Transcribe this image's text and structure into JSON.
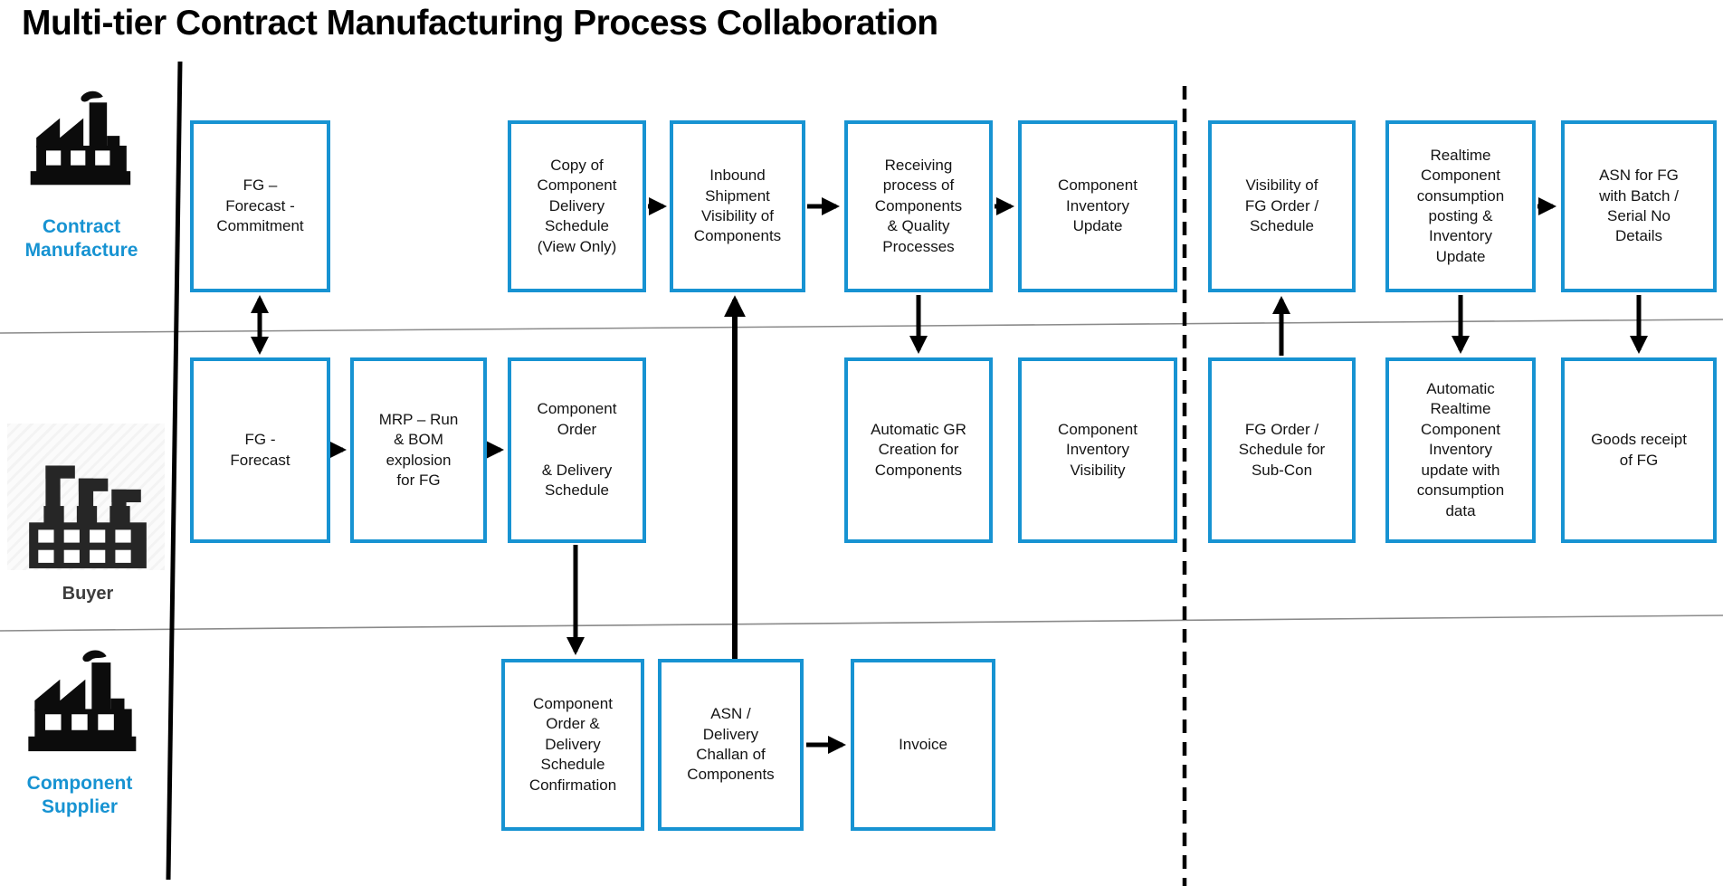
{
  "title": "Multi-tier Contract Manufacturing Process Collaboration",
  "colors": {
    "accent_blue": "#1793d2",
    "box_border": "#1793d2",
    "arrow": "#000000",
    "lane_divider": "#8a8a8a",
    "buyer_label": "#3d3d3d",
    "icon_black": "#0c0c0c"
  },
  "lanes": {
    "contract_manufacture": {
      "label": "Contract\nManufacture",
      "icon": "factory-icon",
      "boxes": [
        {
          "label": "FG –\nForecast -\nCommitment"
        },
        {
          "label": "Copy of\nComponent\nDelivery\nSchedule\n(View Only)"
        },
        {
          "label": "Inbound\nShipment\nVisibility of\nComponents"
        },
        {
          "label": "Receiving\nprocess of\nComponents\n& Quality\nProcesses"
        },
        {
          "label": "Component\nInventory\nUpdate"
        },
        {
          "label": "Visibility of\nFG Order /\nSchedule"
        },
        {
          "label": "Realtime\nComponent\nconsumption\nposting &\nInventory\nUpdate"
        },
        {
          "label": "ASN for FG\nwith Batch /\nSerial No\nDetails"
        }
      ]
    },
    "buyer": {
      "label": "Buyer",
      "icon": "buyer-factory-icon",
      "boxes": [
        {
          "label": "FG -\nForecast"
        },
        {
          "label": "MRP – Run\n& BOM\nexplosion\nfor FG"
        },
        {
          "label": "Component\nOrder\n\n& Delivery\nSchedule"
        },
        {
          "label": "Automatic GR\nCreation for\nComponents"
        },
        {
          "label": "Component\nInventory\nVisibility"
        },
        {
          "label": "FG Order /\nSchedule for\nSub-Con"
        },
        {
          "label": "Automatic\nRealtime\nComponent\nInventory\nupdate with\nconsumption\ndata"
        },
        {
          "label": "Goods receipt\nof FG"
        }
      ]
    },
    "component_supplier": {
      "label": "Component\nSupplier",
      "icon": "factory-icon",
      "boxes": [
        {
          "label": "Component\nOrder &\nDelivery\nSchedule\nConfirmation"
        },
        {
          "label": "ASN /\nDelivery\nChallan of\nComponents"
        },
        {
          "label": "Invoice"
        }
      ]
    }
  }
}
